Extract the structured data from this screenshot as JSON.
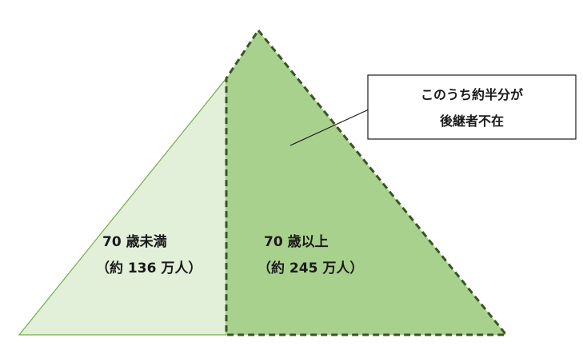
{
  "left_section": {
    "title": "70 歳未満",
    "value": "（約 136 万人）",
    "fill_color": "#e2efd9",
    "stroke_color": "#70ad47"
  },
  "right_section": {
    "title": "70 歳以上",
    "value": "（約 245 万人）",
    "fill_color": "#a9d18e",
    "stroke_color": "#375623"
  },
  "callout": {
    "line1": "このうち約半分が",
    "line2": "後継者不在"
  }
}
